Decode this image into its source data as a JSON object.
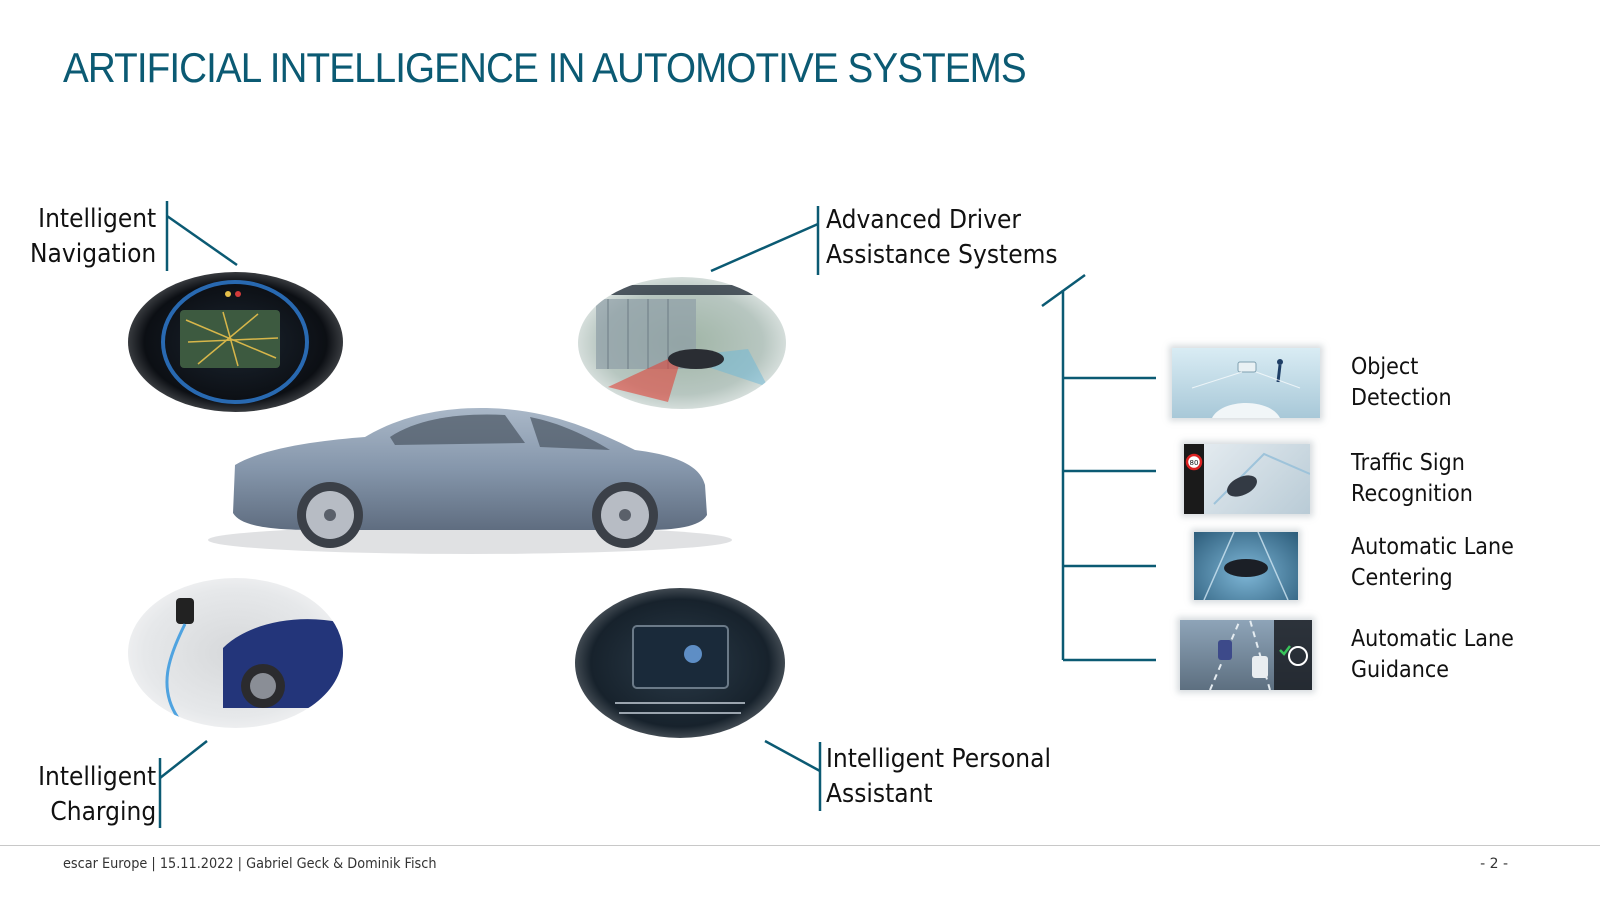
{
  "title": "ARTIFICIAL INTELLIGENCE IN AUTOMOTIVE SYSTEMS",
  "features": {
    "navigation": [
      "Intelligent",
      "Navigation"
    ],
    "adas": [
      "Advanced Driver",
      "Assistance Systems"
    ],
    "charging": [
      "Intelligent",
      "Charging"
    ],
    "assistant": [
      "Intelligent Personal",
      "Assistant"
    ]
  },
  "adas_items": [
    [
      "Object",
      "Detection"
    ],
    [
      "Traffic Sign",
      "Recognition"
    ],
    [
      "Automatic Lane",
      "Centering"
    ],
    [
      "Automatic Lane",
      "Guidance"
    ]
  ],
  "sign_value": "80",
  "footer": {
    "text": "escar Europe | 15.11.2022 | Gabriel Geck & Dominik Fisch",
    "page": "- 2 -"
  },
  "colors": {
    "accent": "#0b5a73",
    "car": "#8a9bb0"
  }
}
